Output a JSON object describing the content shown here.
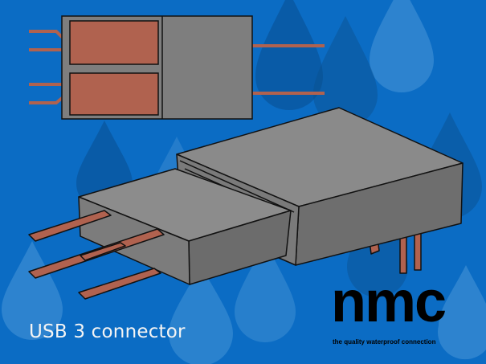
{
  "caption": "USB 3 connector",
  "brand": {
    "name": "nmc",
    "tagline": "the quality waterproof connection"
  },
  "colors": {
    "background": "#0b6cc4",
    "drop_dark": "#0a4f8f",
    "drop_light": "#4a97d8",
    "housing": "#808080",
    "housing_top": "#8a8a8a",
    "housing_side": "#6e6e6e",
    "contact": "#b0624f"
  }
}
